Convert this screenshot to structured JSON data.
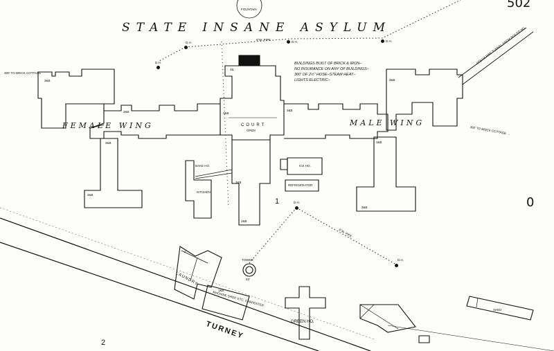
{
  "sheet": {
    "page_number": "502",
    "right_edge_label": "0",
    "block_number_center": "1",
    "block_number_bottom": "2"
  },
  "title": "STATE INSANE ASYLUM",
  "labels": {
    "female_wing": "FEMALE WING",
    "male_wing": "MALE WING",
    "court": "COURT",
    "court_sub": "OPEN",
    "fountain": "FOUNTAIN",
    "tower": "TOWER",
    "tower_sub": "83'",
    "laundry": "LAUNDRY",
    "green_ho": "GREEN HO.",
    "turney": "TURNEY",
    "ice_ho": "ICE HO.",
    "refrigerator": "REFRIGERATOR",
    "kitchen": "KITCHEN",
    "bake_ho": "BAKE HO.",
    "shed": "SHED",
    "dh": "D.H.",
    "pipe": "6\"W. PIPE",
    "tunnel": "STEAM PIPE TUNNEL FROM BOILER HO.",
    "brick_cottage_left": "300' TO BRICK COTTAGE",
    "brick_cottage_right": "300' TO BRICK COTTAGE →",
    "repair_shop": "MACHINE SHOP, ETC. CARPENTER"
  },
  "construction_note": "BUILDINGS BUILT OF BRICK & IRON–\nNO INSURANCE ON ANY OF BUILDINGS–\n300' OF 2½\" HOSE–STEAM HEAT–\nLIGHTS ELECTRIC–",
  "stories": {
    "left_end": "3&B",
    "left_link": "3&B",
    "left_lower": "3&B",
    "left_bottom": "3&B",
    "center_top": "4&",
    "center_court": "3&B",
    "right_link": "3&B",
    "right_end": "3&B",
    "right_lower": "3&B",
    "right_bottom": "3&B",
    "center_lower": "3&B",
    "center_bottom": "2&B",
    "laundry_bldg": "2",
    "repair_bldg": "1&B"
  },
  "colors": {
    "ink": "#111111",
    "paper": "#fdfdfb",
    "pipe_line": "#222222"
  }
}
